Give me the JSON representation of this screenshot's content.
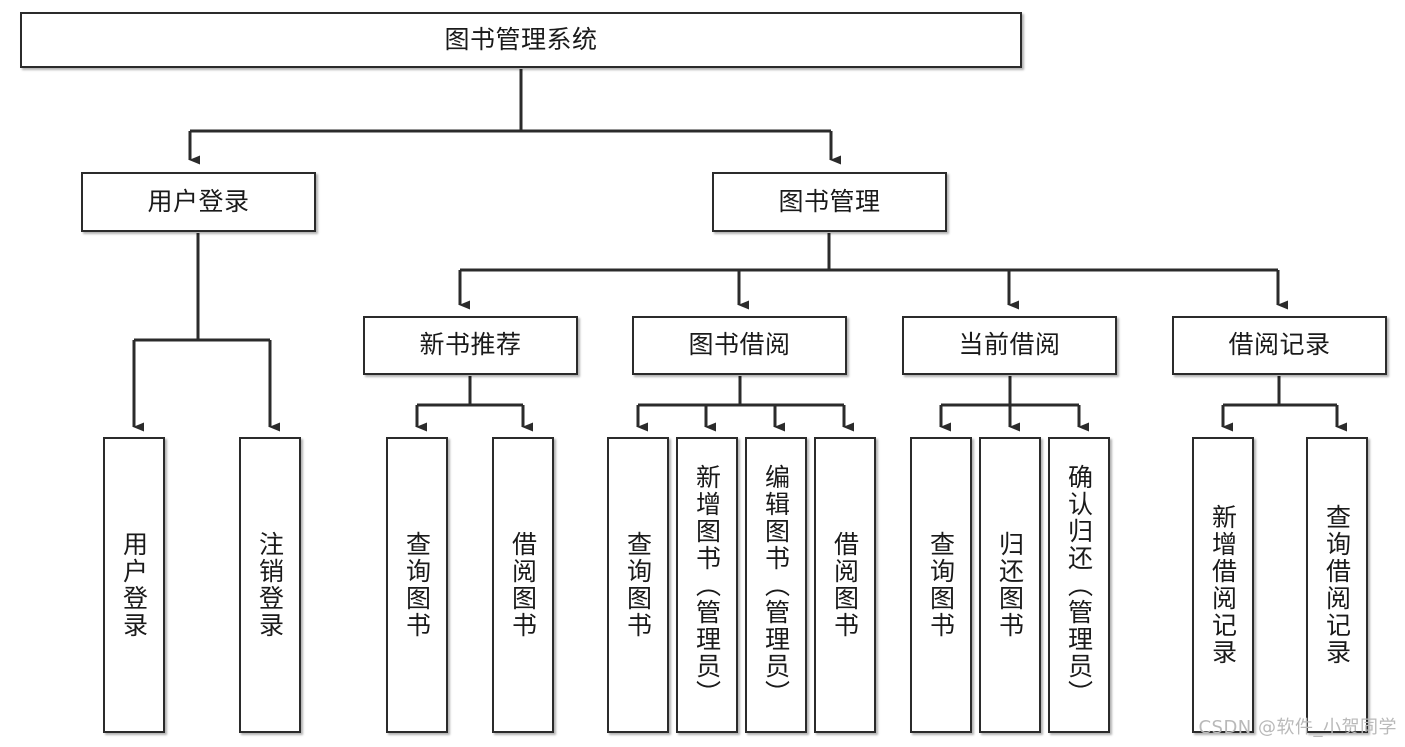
{
  "diagram": {
    "title": "图书管理系统",
    "watermark": "CSDN @软件_小贺同学",
    "colors": {
      "box_border": "#2b2b2b",
      "box_fill": "#ffffff",
      "edge": "#2b2b2b",
      "text": "#1a1a1a",
      "watermark": "#b9b9b9",
      "background": "#ffffff"
    },
    "root": {
      "label": "图书管理系统"
    },
    "level2": [
      {
        "label": "用户登录"
      },
      {
        "label": "图书管理"
      }
    ],
    "level3": [
      {
        "label": "新书推荐"
      },
      {
        "label": "图书借阅"
      },
      {
        "label": "当前借阅"
      },
      {
        "label": "借阅记录"
      }
    ],
    "leaves": {
      "user_login": [
        {
          "label": "用户登录"
        },
        {
          "label": "注销登录"
        }
      ],
      "new_book": [
        {
          "label": "查询图书"
        },
        {
          "label": "借阅图书"
        }
      ],
      "book_borrow": [
        {
          "label": "查询图书"
        },
        {
          "label": "新增图书（管理员）"
        },
        {
          "label": "编辑图书（管理员）"
        },
        {
          "label": "借阅图书"
        }
      ],
      "current_borrow": [
        {
          "label": "查询图书"
        },
        {
          "label": "归还图书"
        },
        {
          "label": "确认归还（管理员）"
        }
      ],
      "borrow_record": [
        {
          "label": "新增借阅记录"
        },
        {
          "label": "查询借阅记录"
        }
      ]
    }
  }
}
